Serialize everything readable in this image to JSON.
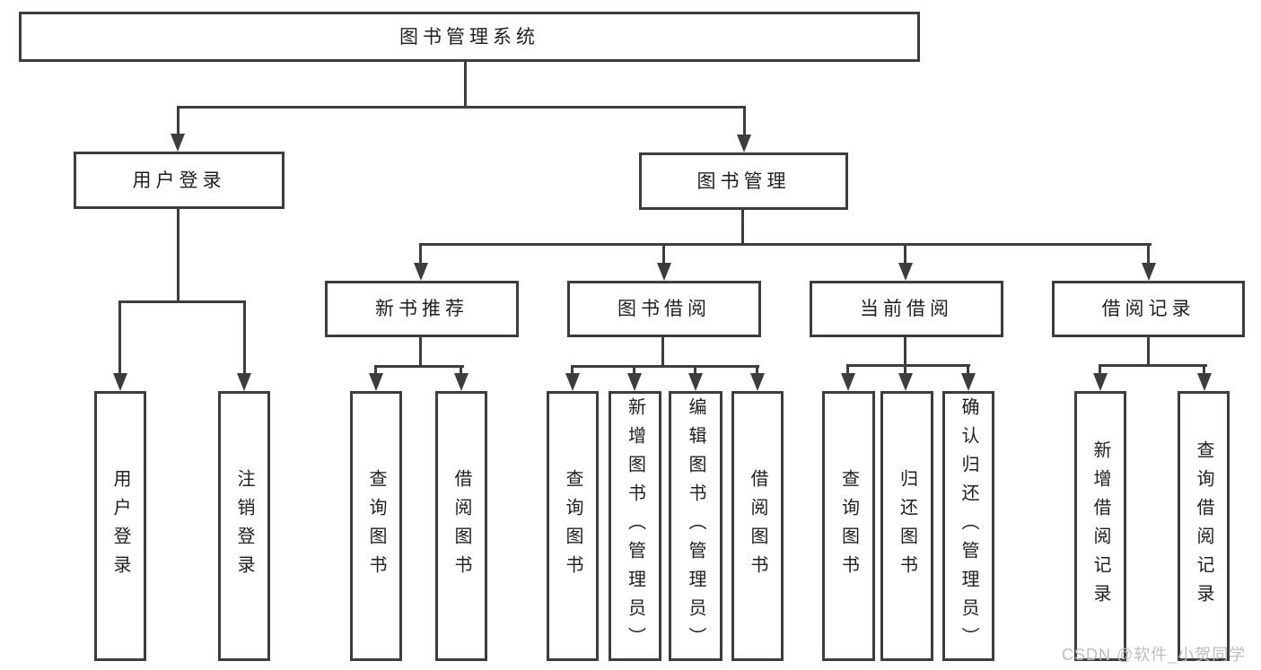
{
  "diagram": {
    "type": "hierarchy-tree",
    "title": "图书管理系统",
    "colors": {
      "line": "#3d3d3d",
      "text": "#1f1f1f",
      "background": "#ffffff",
      "watermark": "#bdbdbd"
    },
    "watermark": {
      "text": "CSDN @软件_小贺同学"
    },
    "nodes": {
      "root": {
        "label": "图书管理系统"
      },
      "level2": [
        {
          "label": "用户登录"
        },
        {
          "label": "图书管理"
        }
      ],
      "level3": [
        {
          "label": "新书推荐"
        },
        {
          "label": "图书借阅"
        },
        {
          "label": "当前借阅"
        },
        {
          "label": "借阅记录"
        }
      ],
      "leaves": [
        {
          "label": "用户登录"
        },
        {
          "label": "注销登录"
        },
        {
          "label": "查询图书"
        },
        {
          "label": "借阅图书"
        },
        {
          "label": "查询图书"
        },
        {
          "label": "新增图书（管理员）"
        },
        {
          "label": "编辑图书（管理员）"
        },
        {
          "label": "借阅图书"
        },
        {
          "label": "查询图书"
        },
        {
          "label": "归还图书"
        },
        {
          "label": "确认归还（管理员）"
        },
        {
          "label": "新增借阅记录"
        },
        {
          "label": "查询借阅记录"
        }
      ]
    },
    "hierarchy": {
      "图书管理系统": {
        "用户登录": [
          "用户登录",
          "注销登录"
        ],
        "图书管理": {
          "新书推荐": [
            "查询图书",
            "借阅图书"
          ],
          "图书借阅": [
            "查询图书",
            "新增图书（管理员）",
            "编辑图书（管理员）",
            "借阅图书"
          ],
          "当前借阅": [
            "查询图书",
            "归还图书",
            "确认归还（管理员）"
          ],
          "借阅记录": [
            "新增借阅记录",
            "查询借阅记录"
          ]
        }
      }
    }
  }
}
